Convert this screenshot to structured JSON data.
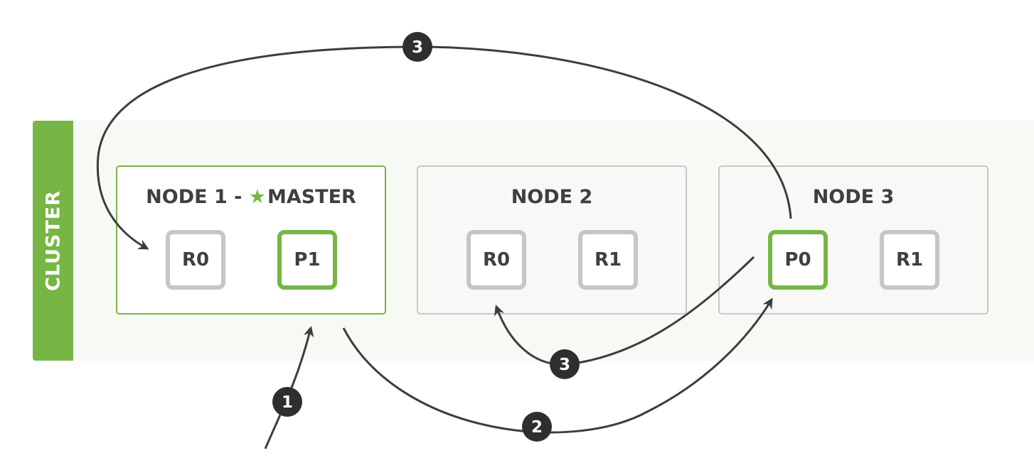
{
  "cluster": {
    "label": "CLUSTER"
  },
  "nodes": [
    {
      "title_prefix": "NODE 1 - ",
      "master_icon": "star-icon",
      "master_label": "MASTER",
      "shards": [
        {
          "label": "R0",
          "kind": "replica"
        },
        {
          "label": "P1",
          "kind": "primary"
        }
      ]
    },
    {
      "title": "NODE 2",
      "shards": [
        {
          "label": "R0",
          "kind": "replica"
        },
        {
          "label": "R1",
          "kind": "replica"
        }
      ]
    },
    {
      "title": "NODE 3",
      "shards": [
        {
          "label": "P0",
          "kind": "primary"
        },
        {
          "label": "R1",
          "kind": "replica"
        }
      ]
    }
  ],
  "steps": [
    {
      "label": "1"
    },
    {
      "label": "2"
    },
    {
      "label": "3"
    },
    {
      "label": "3"
    }
  ],
  "colors": {
    "accent_green": "#76b645",
    "arrow": "#3d3d3d",
    "shard_border": "#c6c6c6",
    "text": "#3f3f3f"
  }
}
